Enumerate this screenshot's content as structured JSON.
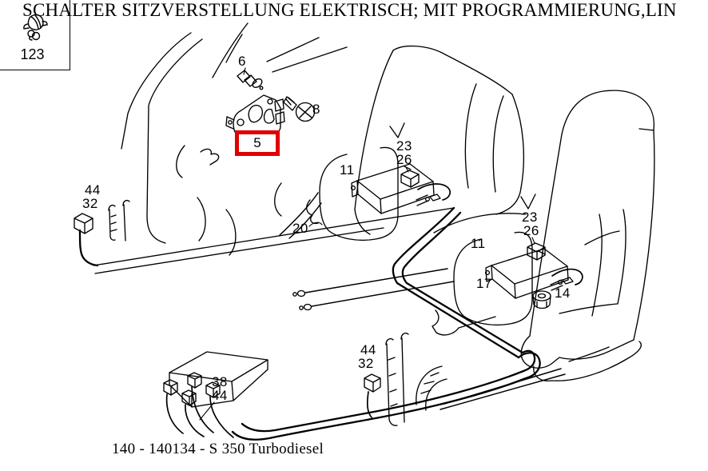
{
  "page": {
    "title": "SCHALTER SITZVERSTELLUNG ELEKTRISCH; MIT PROGRAMMIERUNG,LIN",
    "footer": "140 - 140134 - S 350 Turbodiesel",
    "background_color": "#ffffff",
    "line_color": "#000000"
  },
  "legend_box": {
    "icon": "cable-clip-icon",
    "label": "123"
  },
  "highlight": {
    "part": "5",
    "color": "#e00000"
  },
  "part_labels": [
    {
      "part": "6"
    },
    {
      "part": "8"
    },
    {
      "part": "23"
    },
    {
      "part": "26"
    },
    {
      "part": "11"
    },
    {
      "part": "20"
    },
    {
      "part": "44"
    },
    {
      "part": "32"
    },
    {
      "part": "23"
    },
    {
      "part": "26"
    },
    {
      "part": "11"
    },
    {
      "part": "17"
    },
    {
      "part": "14"
    },
    {
      "part": "44"
    },
    {
      "part": "32"
    },
    {
      "part": "38"
    },
    {
      "part": "44"
    }
  ]
}
